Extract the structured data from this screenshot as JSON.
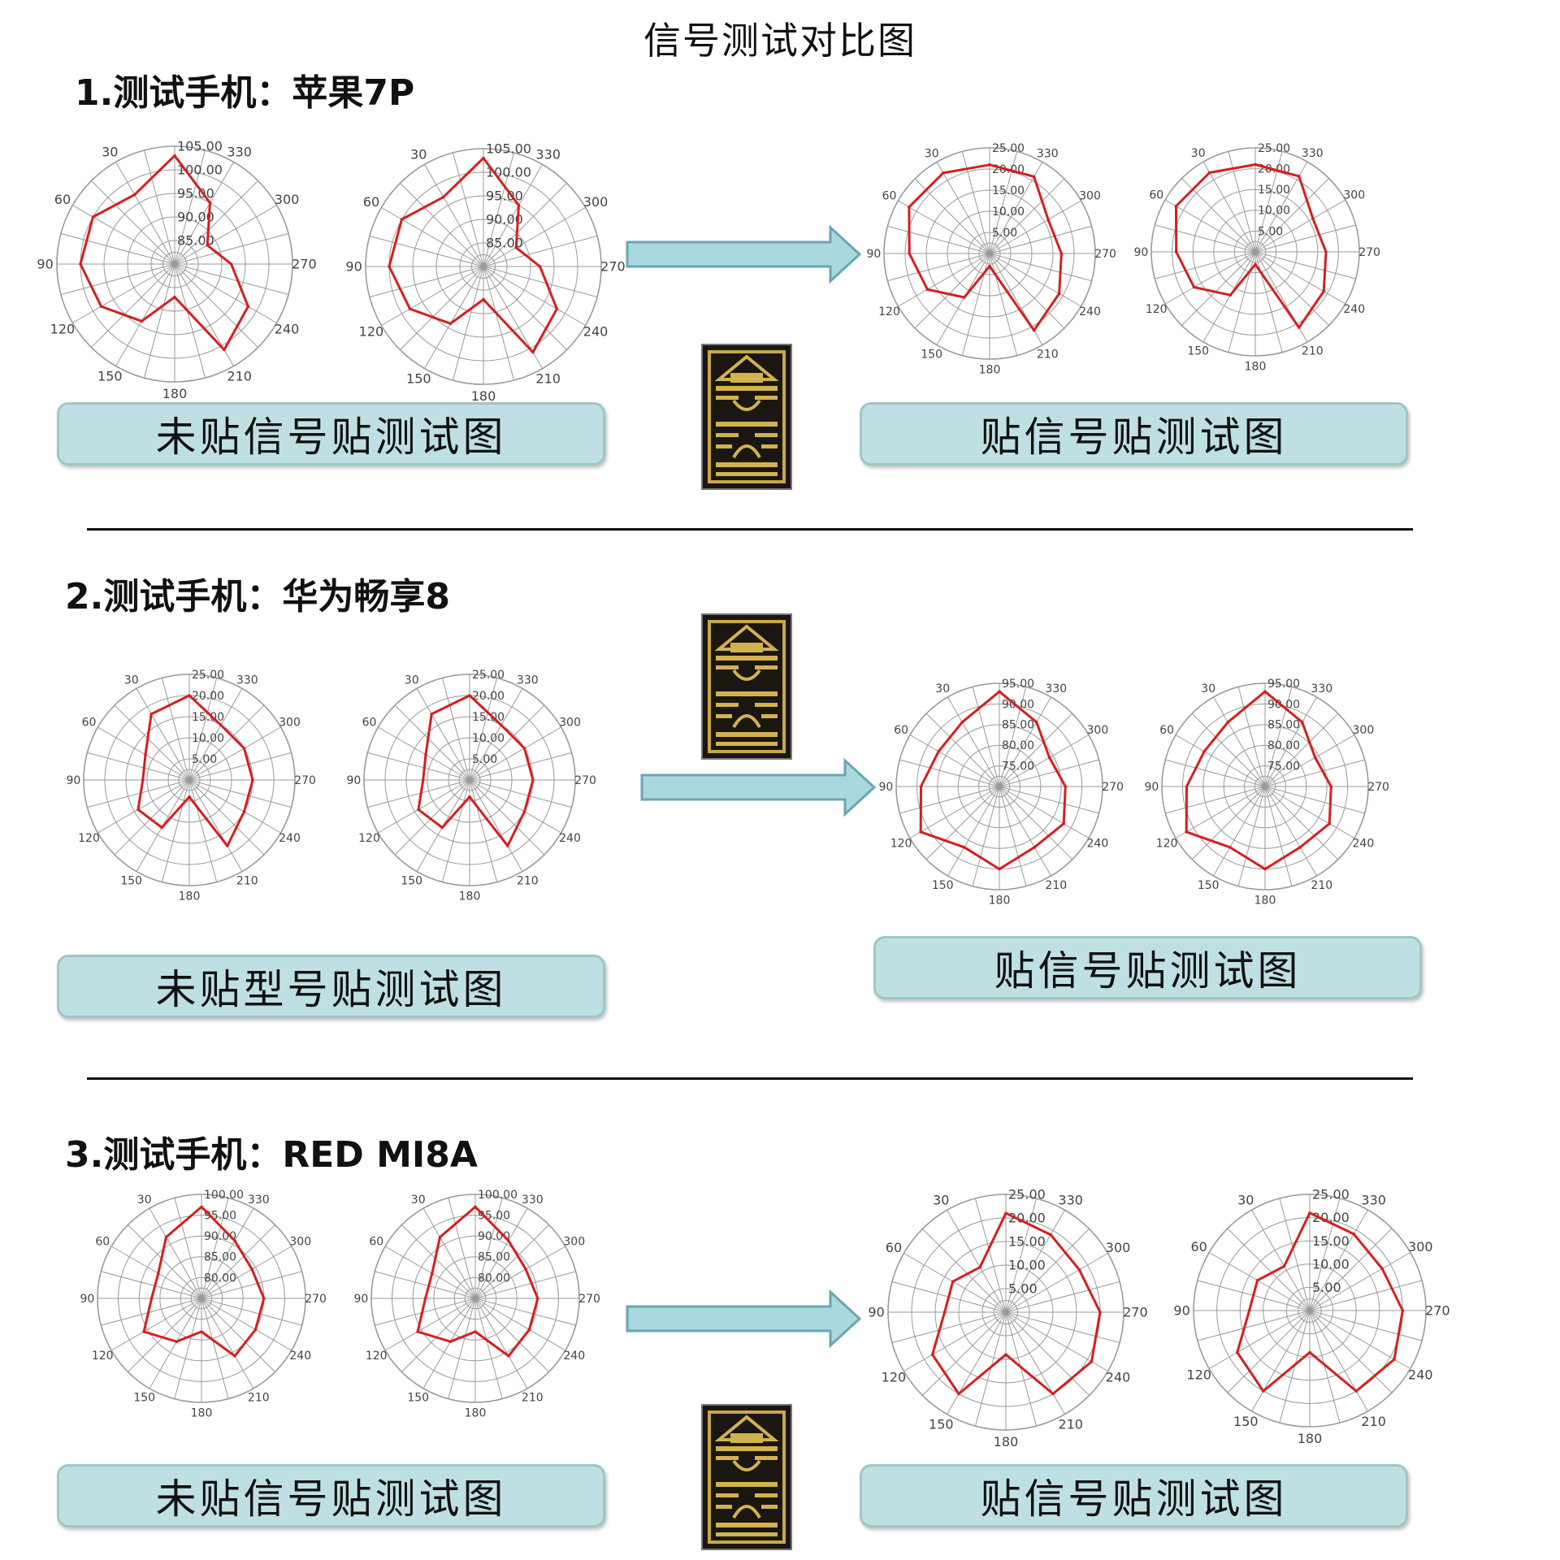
{
  "page_title": "信号测试对比图",
  "colors": {
    "trace": "#d61f1f",
    "grid": "#9a9a9a",
    "arrow_fill": "#a9d8de",
    "arrow_stroke": "#6aa6b0",
    "button_bg": "#bfe0e2"
  },
  "icons": [
    "right-arrow-icon",
    "signal-sticker-icon"
  ],
  "sections": [
    {
      "title": "1.测试手机：苹果7P",
      "before_label": "未贴信号贴测试图",
      "after_label": "贴信号贴测试图"
    },
    {
      "title": "2.测试手机：华为畅享8",
      "before_label": "未贴型号贴测试图",
      "after_label": "贴信号贴测试图"
    },
    {
      "title": "3.测试手机：RED MI8A",
      "before_label": "未贴信号贴测试图",
      "after_label": "贴信号贴测试图"
    }
  ],
  "chart_data": [
    {
      "type": "polar",
      "section": 1,
      "ring_labels": [
        "85.00",
        "90.00",
        "95.00",
        "100.00",
        "105.00"
      ],
      "r_range": [
        80,
        105
      ],
      "angle_labels": [
        "30",
        "60",
        "90",
        "120",
        "150",
        "180",
        "210",
        "240",
        "270",
        "300",
        "330"
      ],
      "angle_deg": [
        0,
        30,
        60,
        90,
        120,
        150,
        180,
        210,
        240,
        270,
        300,
        330
      ],
      "values": [
        103,
        97,
        100,
        100,
        98,
        94,
        87,
        101,
        98,
        92,
        88,
        95
      ]
    },
    {
      "type": "polar",
      "section": 1,
      "ring_labels": [
        "85.00",
        "90.00",
        "95.00",
        "100.00",
        "105.00"
      ],
      "r_range": [
        80,
        105
      ],
      "angle_labels": [
        "30",
        "60",
        "90",
        "120",
        "150",
        "180",
        "210",
        "240",
        "270",
        "300",
        "330"
      ],
      "angle_deg": [
        0,
        30,
        60,
        90,
        120,
        150,
        180,
        210,
        240,
        270,
        300,
        330
      ],
      "values": [
        103,
        97,
        100,
        100,
        98,
        94,
        87,
        101,
        98,
        92,
        88,
        95
      ]
    },
    {
      "type": "polar",
      "section": 1,
      "ring_labels": [
        "5.00",
        "10.00",
        "15.00",
        "20.00",
        "25.00"
      ],
      "r_range": [
        0,
        25
      ],
      "angle_labels": [
        "30",
        "60",
        "90",
        "120",
        "150",
        "180",
        "210",
        "240",
        "270",
        "300",
        "330"
      ],
      "angle_deg": [
        0,
        30,
        60,
        90,
        120,
        150,
        180,
        210,
        240,
        270,
        300,
        330
      ],
      "values": [
        21,
        22,
        22,
        19,
        17,
        12,
        3,
        21,
        19,
        17,
        16,
        21
      ]
    },
    {
      "type": "polar",
      "section": 1,
      "ring_labels": [
        "5.00",
        "10.00",
        "15.00",
        "20.00",
        "25.00"
      ],
      "r_range": [
        0,
        25
      ],
      "angle_labels": [
        "30",
        "60",
        "90",
        "120",
        "150",
        "180",
        "210",
        "240",
        "270",
        "300",
        "330"
      ],
      "angle_deg": [
        0,
        30,
        60,
        90,
        120,
        150,
        180,
        210,
        240,
        270,
        300,
        330
      ],
      "values": [
        21,
        22,
        22,
        19,
        17,
        12,
        3,
        21,
        19,
        17,
        16,
        21
      ]
    },
    {
      "type": "polar",
      "section": 2,
      "ring_labels": [
        "5.00",
        "10.00",
        "15.00",
        "20.00",
        "25.00"
      ],
      "r_range": [
        0,
        25
      ],
      "angle_labels": [
        "30",
        "60",
        "90",
        "120",
        "150",
        "180",
        "210",
        "240",
        "270",
        "300",
        "330"
      ],
      "angle_deg": [
        0,
        30,
        60,
        90,
        120,
        150,
        180,
        210,
        240,
        270,
        300,
        330
      ],
      "values": [
        20,
        18,
        12,
        11,
        14,
        13,
        4,
        18,
        15,
        15,
        15,
        15
      ]
    },
    {
      "type": "polar",
      "section": 2,
      "ring_labels": [
        "5.00",
        "10.00",
        "15.00",
        "20.00",
        "25.00"
      ],
      "r_range": [
        0,
        25
      ],
      "angle_labels": [
        "30",
        "60",
        "90",
        "120",
        "150",
        "180",
        "210",
        "240",
        "270",
        "300",
        "330"
      ],
      "angle_deg": [
        0,
        30,
        60,
        90,
        120,
        150,
        180,
        210,
        240,
        270,
        300,
        330
      ],
      "values": [
        20,
        18,
        12,
        11,
        14,
        13,
        4,
        18,
        15,
        15,
        15,
        15
      ]
    },
    {
      "type": "polar",
      "section": 2,
      "ring_labels": [
        "75.00",
        "80.00",
        "85.00",
        "90.00",
        "95.00"
      ],
      "r_range": [
        70,
        95
      ],
      "angle_labels": [
        "30",
        "60",
        "90",
        "120",
        "150",
        "180",
        "210",
        "240",
        "270",
        "300",
        "330"
      ],
      "angle_deg": [
        0,
        30,
        60,
        90,
        120,
        150,
        180,
        210,
        240,
        270,
        300,
        330
      ],
      "values": [
        93,
        88,
        87,
        89,
        92,
        87,
        90,
        87,
        88,
        86,
        84,
        88
      ]
    },
    {
      "type": "polar",
      "section": 2,
      "ring_labels": [
        "75.00",
        "80.00",
        "85.00",
        "90.00",
        "95.00"
      ],
      "r_range": [
        70,
        95
      ],
      "angle_labels": [
        "30",
        "60",
        "90",
        "120",
        "150",
        "180",
        "210",
        "240",
        "270",
        "300",
        "330"
      ],
      "angle_deg": [
        0,
        30,
        60,
        90,
        120,
        150,
        180,
        210,
        240,
        270,
        300,
        330
      ],
      "values": [
        93,
        88,
        87,
        89,
        92,
        87,
        90,
        87,
        88,
        86,
        84,
        88
      ]
    },
    {
      "type": "polar",
      "section": 3,
      "ring_labels": [
        "80.00",
        "85.00",
        "90.00",
        "95.00",
        "100.00"
      ],
      "r_range": [
        75,
        100
      ],
      "angle_labels": [
        "30",
        "60",
        "90",
        "120",
        "150",
        "180",
        "210",
        "240",
        "270",
        "300",
        "330"
      ],
      "angle_deg": [
        0,
        30,
        60,
        90,
        120,
        150,
        180,
        210,
        240,
        270,
        300,
        330
      ],
      "values": [
        97,
        92,
        87,
        87,
        91,
        87,
        83,
        91,
        90,
        90,
        89,
        91
      ]
    },
    {
      "type": "polar",
      "section": 3,
      "ring_labels": [
        "80.00",
        "85.00",
        "90.00",
        "95.00",
        "100.00"
      ],
      "r_range": [
        75,
        100
      ],
      "angle_labels": [
        "30",
        "60",
        "90",
        "120",
        "150",
        "180",
        "210",
        "240",
        "270",
        "300",
        "330"
      ],
      "angle_deg": [
        0,
        30,
        60,
        90,
        120,
        150,
        180,
        210,
        240,
        270,
        300,
        330
      ],
      "values": [
        97,
        92,
        87,
        87,
        91,
        87,
        83,
        91,
        90,
        90,
        89,
        91
      ]
    },
    {
      "type": "polar",
      "section": 3,
      "ring_labels": [
        "5.00",
        "10.00",
        "15.00",
        "20.00",
        "25.00"
      ],
      "r_range": [
        0,
        25
      ],
      "angle_labels": [
        "30",
        "60",
        "90",
        "120",
        "150",
        "180",
        "210",
        "240",
        "270",
        "300",
        "330"
      ],
      "angle_deg": [
        0,
        30,
        60,
        90,
        120,
        150,
        180,
        210,
        240,
        270,
        300,
        330
      ],
      "values": [
        21,
        11,
        13,
        13,
        18,
        20,
        9,
        20,
        21,
        20,
        18,
        19
      ]
    },
    {
      "type": "polar",
      "section": 3,
      "ring_labels": [
        "5.00",
        "10.00",
        "15.00",
        "20.00",
        "25.00"
      ],
      "r_range": [
        0,
        25
      ],
      "angle_labels": [
        "30",
        "60",
        "90",
        "120",
        "150",
        "180",
        "210",
        "240",
        "270",
        "300",
        "330"
      ],
      "angle_deg": [
        0,
        30,
        60,
        90,
        120,
        150,
        180,
        210,
        240,
        270,
        300,
        330
      ],
      "values": [
        21,
        11,
        13,
        13,
        18,
        20,
        9,
        20,
        21,
        20,
        18,
        19
      ]
    }
  ]
}
